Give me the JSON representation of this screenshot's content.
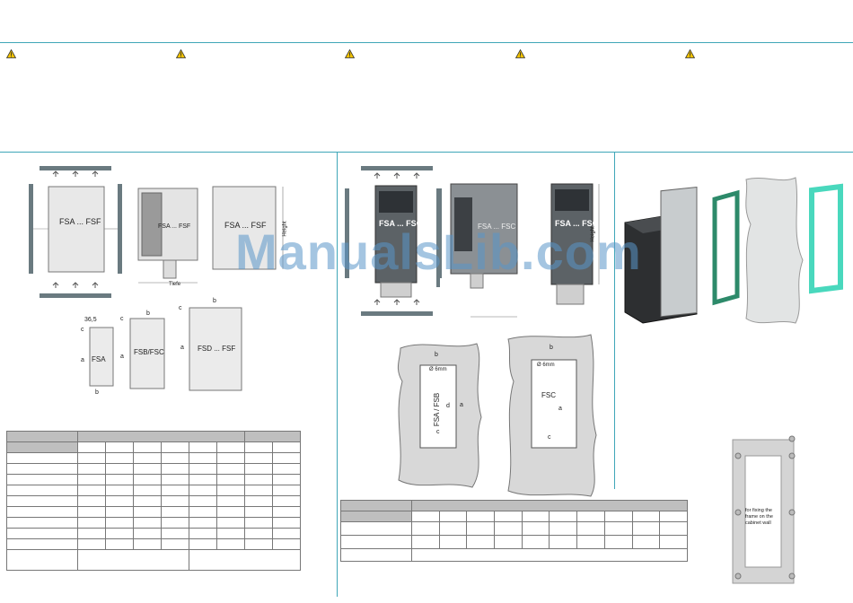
{
  "watermark": "ManualsLib.com",
  "colors": {
    "rule": "#3fa6b8",
    "warning": "#f2c200",
    "watermark": "#5a96c8"
  },
  "warnings": [
    {
      "icon": "warning-triangle-icon"
    },
    {
      "icon": "warning-triangle-icon"
    },
    {
      "icon": "warning-triangle-icon"
    },
    {
      "icon": "warning-triangle-icon"
    },
    {
      "icon": "warning-triangle-icon"
    }
  ],
  "left_section": {
    "front_label": "FSA ... FSF",
    "side_label": "FSA ... FSF",
    "rear_label": "FSA ... FSF",
    "depth_label": "Tiefe",
    "height_label": "Height",
    "small_fsa": "FSA",
    "small_fsb": "FSB/FSC",
    "small_fsd": "FSD ... FSF",
    "dim_36_5": "36,5",
    "dim_b": "b",
    "dim_a": "a",
    "dim_c": "c"
  },
  "middle_section": {
    "front_label": "FSA ... FSC",
    "side_label": "FSA ... FSC",
    "rear_label": "FSA ... FSC",
    "height_label": "Height",
    "cutout_left_label": "FSA / FSB",
    "cutout_right_label": "FSC",
    "hole_dia": "Ø 6mm",
    "dim_b": "b",
    "dim_a": "a",
    "dim_c": "c",
    "dim_d": "d"
  },
  "right_section": {
    "frame_note": "for fixing the frame on the cabinet wall"
  }
}
